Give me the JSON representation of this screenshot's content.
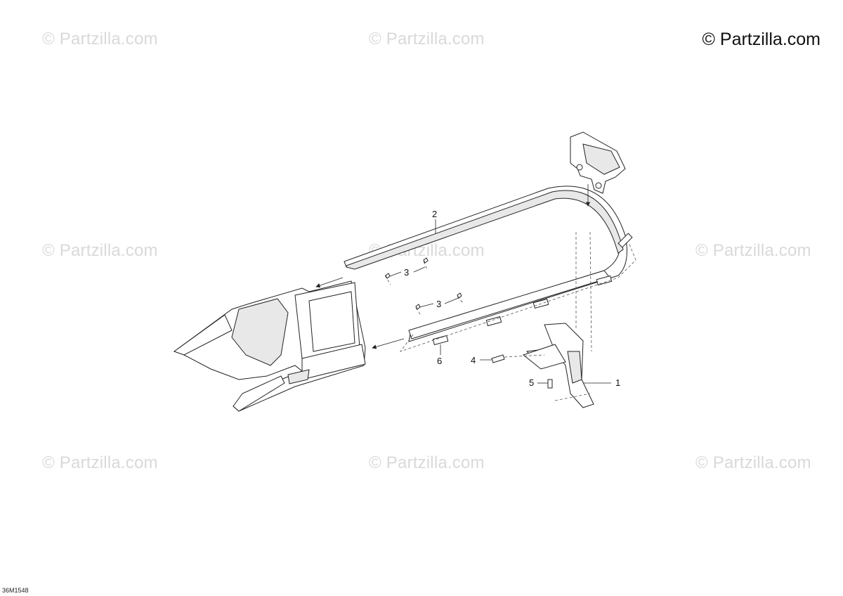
{
  "watermark": {
    "text": "© Partzilla.com"
  },
  "brand": {
    "text": "© Partzilla.com"
  },
  "diagram_code": "36M1548",
  "callouts": [
    {
      "id": "1",
      "label": "1",
      "part": "rear-bracket"
    },
    {
      "id": "2",
      "label": "2",
      "part": "grab-handle-rail"
    },
    {
      "id": "3a",
      "label": "3",
      "part": "screw"
    },
    {
      "id": "3b",
      "label": "3",
      "part": "screw"
    },
    {
      "id": "4",
      "label": "4",
      "part": "bolt"
    },
    {
      "id": "5",
      "label": "5",
      "part": "bolt"
    },
    {
      "id": "6",
      "label": "6",
      "part": "spacer"
    }
  ]
}
